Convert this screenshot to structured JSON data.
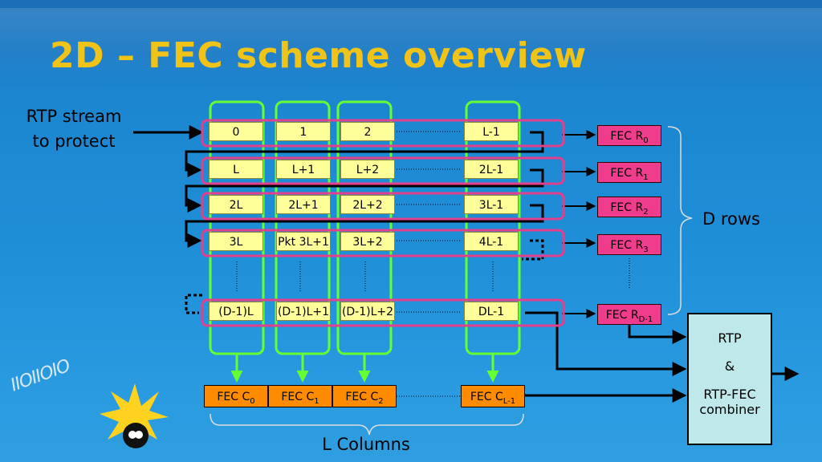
{
  "title": "2D – FEC scheme overview",
  "input_label": [
    "RTP stream",
    "to protect"
  ],
  "rows": [
    [
      "0",
      "1",
      "2",
      "L-1"
    ],
    [
      "L",
      "L+1",
      "L+2",
      "2L-1"
    ],
    [
      "2L",
      "2L+1",
      "2L+2",
      "3L-1"
    ],
    [
      "3L",
      "Pkt 3L+1",
      "3L+2",
      "4L-1"
    ],
    [
      "(D-1)L",
      "(D-1)L+1",
      "(D-1)L+2",
      "DL-1"
    ]
  ],
  "fec_rows": [
    {
      "base": "FEC R",
      "sub": "0"
    },
    {
      "base": "FEC R",
      "sub": "1"
    },
    {
      "base": "FEC R",
      "sub": "2"
    },
    {
      "base": "FEC R",
      "sub": "3"
    },
    {
      "base": "FEC R",
      "sub": "D-1"
    }
  ],
  "fec_cols": [
    {
      "base": "FEC C",
      "sub": "0"
    },
    {
      "base": "FEC C",
      "sub": "1"
    },
    {
      "base": "FEC C",
      "sub": "2"
    },
    {
      "base": "FEC C",
      "sub": "L-1"
    }
  ],
  "d_rows_label": "D rows",
  "l_columns_label": "L Columns",
  "combiner": {
    "line1": "RTP",
    "line2": "&",
    "line3": "RTP-FEC",
    "line4": "combiner"
  },
  "binary_text": "IIOIIOIO",
  "colors": {
    "title": "#f0c319",
    "cell": "#ffff99",
    "fec_row": "#f03c8c",
    "fec_col": "#ff8c00",
    "row_outline": "#e0408c",
    "col_outline": "#66ff33",
    "combiner": "#bfe8ea"
  }
}
